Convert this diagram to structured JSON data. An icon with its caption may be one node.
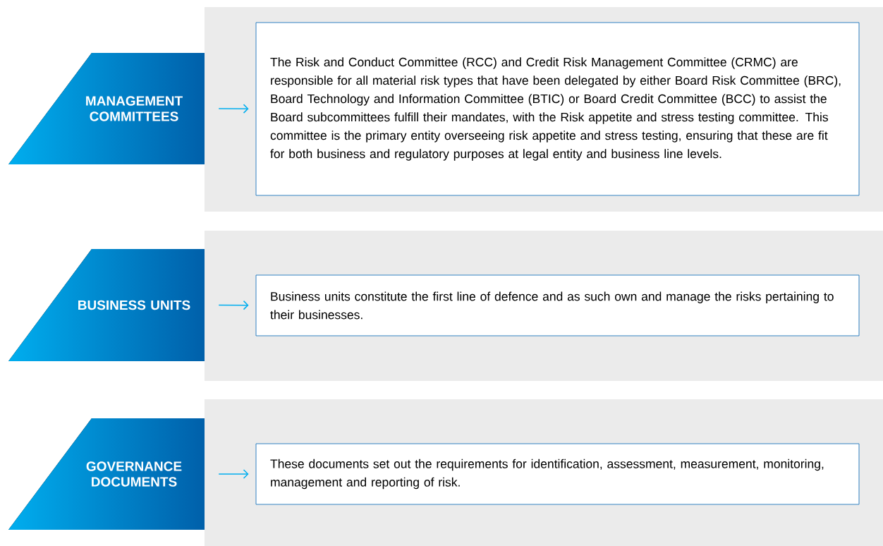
{
  "diagram": {
    "nodes": [
      {
        "text": [
          "MANAGEMENT COMMITTEES"
        ]
      },
      {
        "text": [],
        "shape": "box"
      },
      {
        "text": [
          "The Risk and Conduct Committee (RCC) and Credit Risk Management Committee (CRMC) are responsible for all material risk types that have been delegated by either Board Risk Committee (BRC), Board Technology and Information Committee (BTIC) or Board Credit Committee (BCC) to assist the Board subcommittees fulfill their mandates, with the Risk appetite and stress testing committee. This committee is the primary entity overseeing risk appetite and stress testing, ensuring that these are fit for both business and regulatory purposes at legal entity and business line levels."
        ],
        "in": 1
      },
      {
        "text": [
          "BUSINESS UNITS"
        ]
      },
      {
        "text": [],
        "shape": "box"
      },
      {
        "text": [
          "Business units constitute the first line of defence and as such own and manage the risks pertaining to their businesses."
        ],
        "in": 4
      },
      {
        "text": [
          "GOVERNANCE DOCUMENTS"
        ]
      },
      {
        "text": [],
        "shape": "box"
      },
      {
        "text": [
          "These documents set out the requirements for identification, assessment, measurement, monitoring, management and reporting of risk."
        ],
        "in": 7
      }
    ],
    "edges": [
      {
        "from": 0,
        "to": 2,
        "arrow": "to"
      },
      {
        "from": 3,
        "to": 5,
        "arrow": "to"
      },
      {
        "from": 6,
        "to": 8,
        "arrow": "to"
      }
    ]
  }
}
